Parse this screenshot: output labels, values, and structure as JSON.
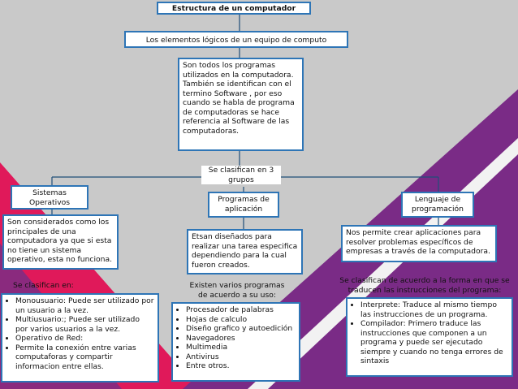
{
  "title": "Estructura de un computador",
  "subtitle": "Los elementos lógicos de un equipo de computo",
  "description": "Son todos los programas utilizados en la computadora. También se identifican con el termino Software , por eso cuando se habla de programa de computadoras se hace referencia al Software de las computadoras.",
  "classify_label": "Se clasifican en 3 grupos",
  "colors": {
    "border": "#2e75b6",
    "pink": "#e0195a",
    "purple": "#7a2b86",
    "grey": "#c9c9c9"
  },
  "branches": {
    "sistemas": {
      "title": "Sistemas Operativos",
      "definition": "Son considerados como los principales de una computadora ya que si esta no tiene un sistema operativo, esta no funciona.",
      "classify_label": "Se clasifican en:",
      "items": [
        "Monousuario: Puede ser utilizado por un usuario a la vez.",
        "Multiusuario:; Puede ser utilizado por varios usuarios a la vez.",
        "Operativo de Red:",
        "Permite la conexión entre varias computaforas y compartir informacion entre ellas."
      ]
    },
    "aplicacion": {
      "title": "Programas de aplicación",
      "definition": "Etsan diseñados para realizar una tarea especifica dependiendo para la cual fueron creados.",
      "classify_label": "Existen varios programas de acuerdo a su uso:",
      "items": [
        "Procesador de palabras",
        "Hojas de calculo",
        "Diseño grafico y autoedición",
        "Navegadores",
        "Multimedia",
        "Antivirus",
        "Entre otros."
      ]
    },
    "lenguaje": {
      "title": "Lenguaje de programación",
      "definition": "Nos permite crear aplicaciones para resolver problemas específicos de empresas a través de la computadora.",
      "classify_label": "Se clasifican de acuerdo a la forma en que se traducen las instrucciones del programa:",
      "items": [
        "Interprete: Traduce al mismo tiempo las instrucciones de un programa.",
        "Compilador: Primero traduce las instrucciones que componen a un programa y puede ser ejecutado siempre y cuando no tenga errores de sintaxis"
      ]
    }
  }
}
